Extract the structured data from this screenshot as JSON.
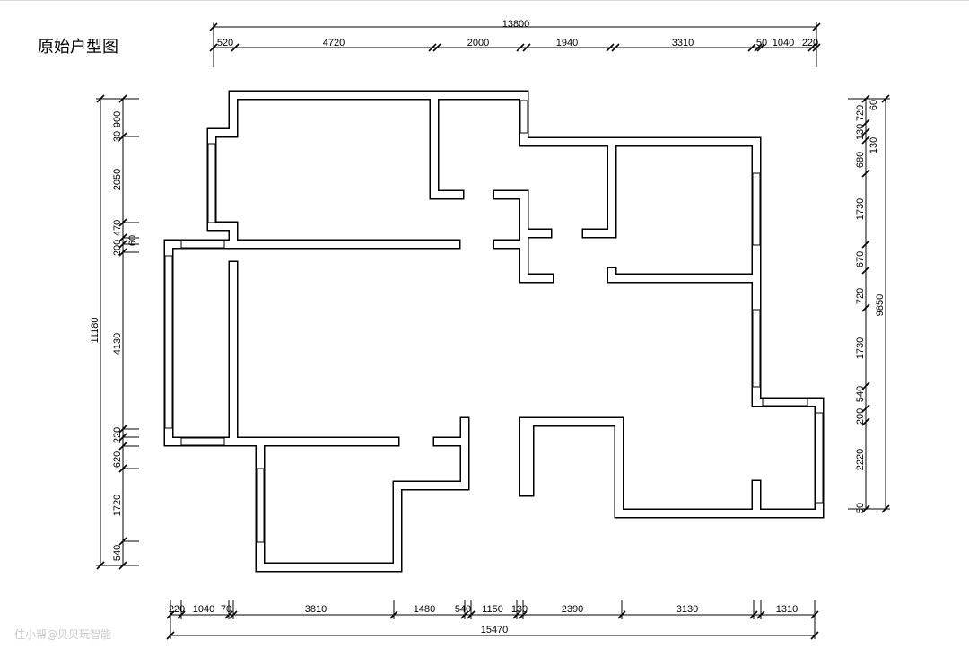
{
  "title": "原始户型图",
  "watermark": "住小帮@贝贝玩智能",
  "dimensions": {
    "top_total": "13800",
    "top": [
      "520",
      "4720",
      "2000",
      "1940",
      "3310",
      "50",
      "1040",
      "220"
    ],
    "right_total": "9850",
    "right": [
      "60",
      "720",
      "130",
      "130",
      "680",
      "1730",
      "670",
      "720",
      "1730",
      "540",
      "200",
      "2220",
      "50"
    ],
    "left_total": "11180",
    "left": [
      "30",
      "900",
      "2050",
      "470",
      "60",
      "200",
      "4130",
      "220",
      "620",
      "1720",
      "540"
    ],
    "bottom_total": "15470",
    "bottom": [
      "220",
      "1040",
      "70",
      "3810",
      "1480",
      "540",
      "1150",
      "130",
      "2390",
      "3130",
      "1310"
    ]
  }
}
